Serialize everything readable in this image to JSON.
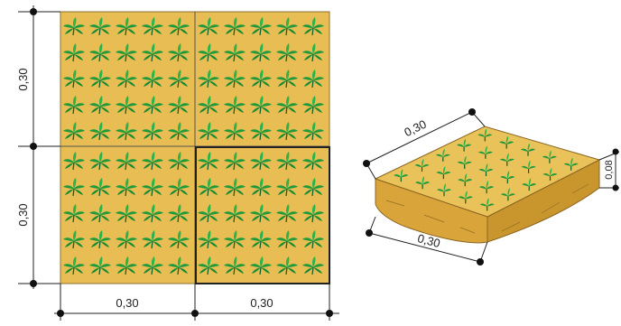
{
  "plan": {
    "dims": {
      "top_height": "0,30",
      "bottom_height": "0,30",
      "left_width": "0,30",
      "right_width": "0,30"
    },
    "plants_per_tile_row": 5,
    "tile_rows": 5
  },
  "iso": {
    "dims": {
      "top_edge": "0,30",
      "front_edge": "0,30",
      "thickness": "0,08"
    },
    "plants_per_row": 5,
    "rows": 5
  },
  "colors": {
    "soil": "#e7bd54",
    "soil_dark": "#c9962e",
    "leaf": "#1f9a3a",
    "leaf_dark": "#0c5d22",
    "line": "#222222"
  }
}
